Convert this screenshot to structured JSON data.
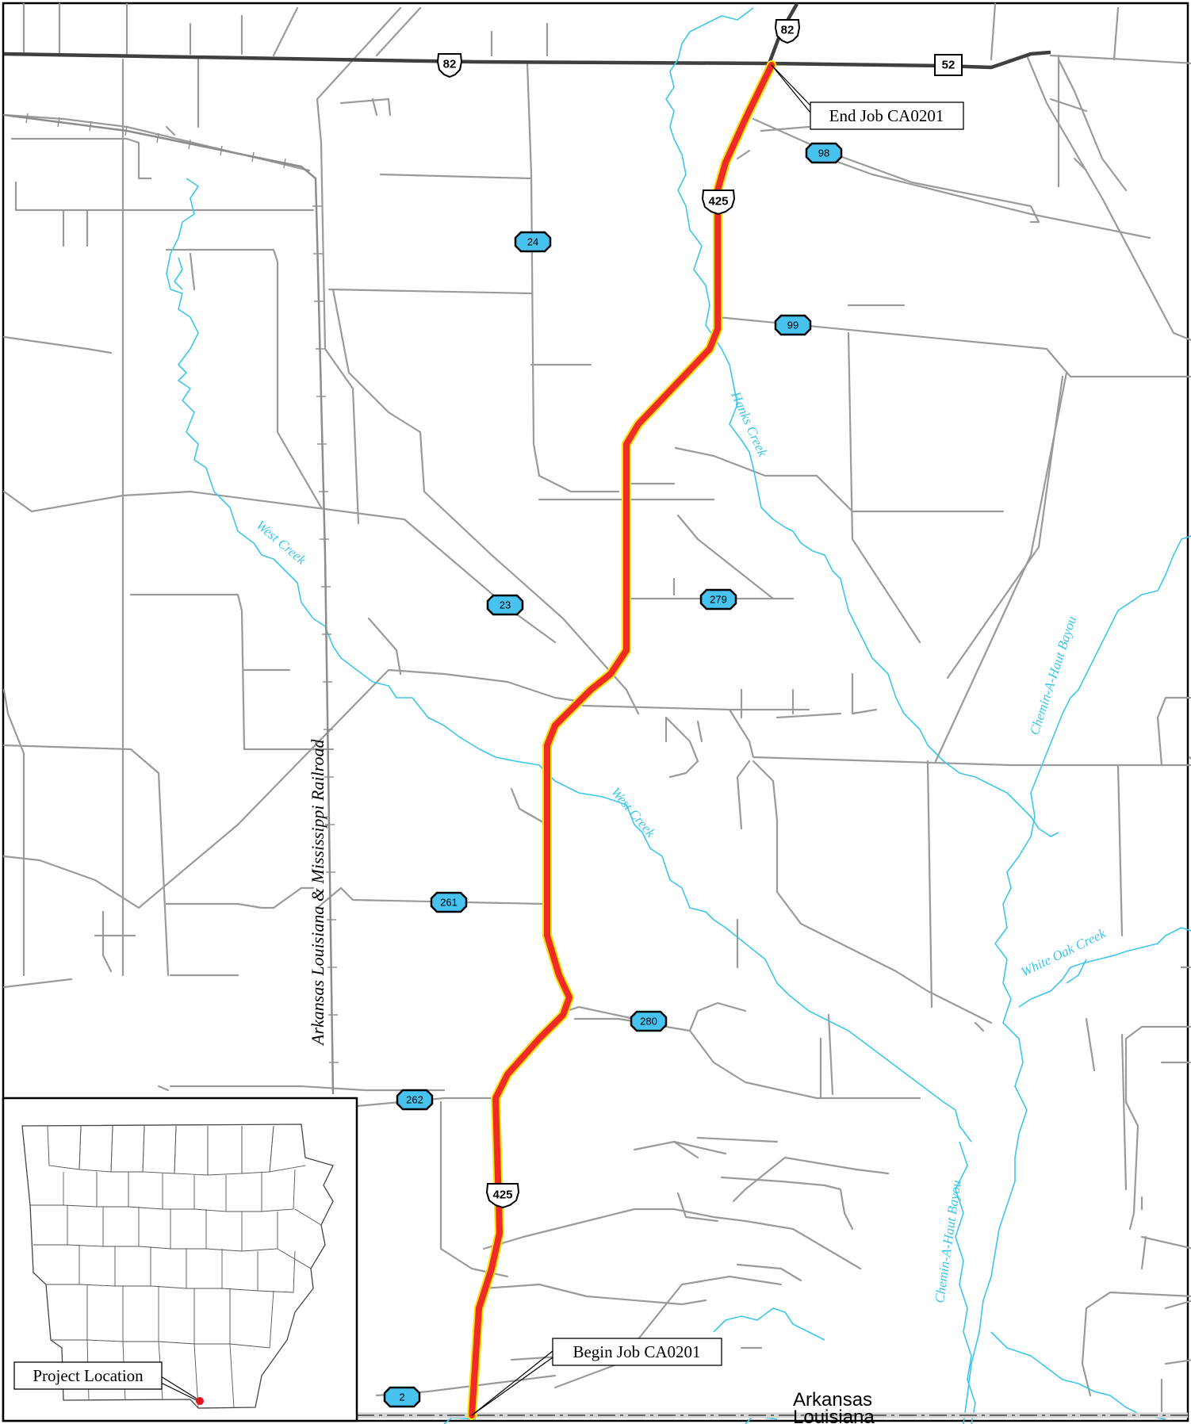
{
  "route": {
    "us_shields": [
      {
        "label": "82"
      },
      {
        "label": "82"
      },
      {
        "label": "425"
      },
      {
        "label": "425"
      }
    ],
    "other_shield": {
      "label": "52"
    },
    "state_shields": [
      {
        "label": "98"
      },
      {
        "label": "24"
      },
      {
        "label": "99"
      },
      {
        "label": "23"
      },
      {
        "label": "279"
      },
      {
        "label": "261"
      },
      {
        "label": "280"
      },
      {
        "label": "262"
      },
      {
        "label": "2"
      }
    ]
  },
  "callouts": {
    "end": "End Job CA0201",
    "begin": "Begin Job CA0201",
    "project": "Project Location"
  },
  "streams": {
    "hanks_creek": "Hanks Creek",
    "west_creek_1": "West Creek",
    "west_creek_2": "West Creek",
    "chemin_north": "Chemin-A-Haut Bayou",
    "chemin_south": "Chemin-A-Haut Bayou",
    "white_oak": "White Oak Creek"
  },
  "railroad": "Arkansas Louisiana & Mississippi Railroad",
  "states": {
    "north": "Arkansas",
    "south": "Louisiana"
  },
  "colors": {
    "project_route": "#ee2b24",
    "project_route_edge": "#f5e400",
    "state_shield": "#48c3ef",
    "stream": "#3cc6ea",
    "road": "#9a9a9a",
    "highway": "#3f3f3f",
    "location_dot": "#e8141b"
  }
}
